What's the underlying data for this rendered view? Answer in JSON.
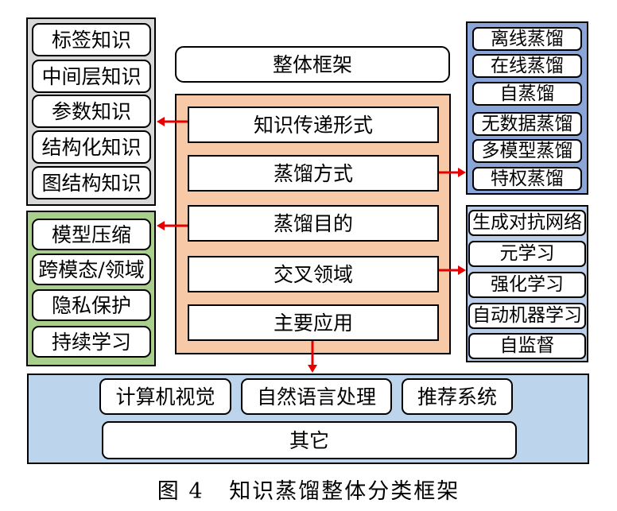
{
  "colors": {
    "left_top_panel": "#d8d8d8",
    "left_bottom_panel": "#a9cf8c",
    "center_panel": "#f8c9a6",
    "right_top_panel": "#8aa6d9",
    "right_bottom_panel": "#b9cde8",
    "bottom_panel": "#bcd4ec",
    "arrow": "#e60000"
  },
  "left_top": {
    "items": [
      "标签知识",
      "中间层知识",
      "参数知识",
      "结构化知识",
      "图结构知识"
    ]
  },
  "left_bottom": {
    "items": [
      "模型压缩",
      "跨模态/领域",
      "隐私保护",
      "持续学习"
    ]
  },
  "header": {
    "title": "整体框架"
  },
  "center": {
    "items": [
      "知识传递形式",
      "蒸馏方式",
      "蒸馏目的",
      "交叉领域",
      "主要应用"
    ]
  },
  "right_top": {
    "items": [
      "离线蒸馏",
      "在线蒸馏",
      "自蒸馏",
      "无数据蒸馏",
      "多模型蒸馏",
      "特权蒸馏"
    ]
  },
  "right_bottom": {
    "items": [
      "生成对抗网络",
      "元学习",
      "强化学习",
      "自动机器学习",
      "自监督"
    ]
  },
  "bottom": {
    "items": [
      "计算机视觉",
      "自然语言处理",
      "推荐系统"
    ],
    "other": "其它"
  },
  "caption": "图 4   知识蒸馏整体分类框架"
}
